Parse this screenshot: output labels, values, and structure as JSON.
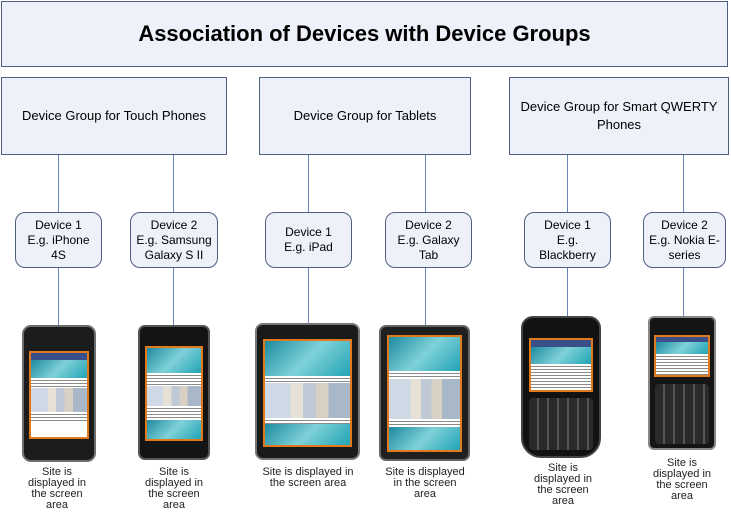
{
  "title": "Association of Devices with Device Groups",
  "groups": [
    {
      "label": "Device Group for Touch Phones",
      "devices": [
        {
          "label": "Device 1\nE.g. iPhone\n4S",
          "caption": "Site is\ndisplayed in\nthe screen\narea"
        },
        {
          "label": "Device 2\nE.g. Samsung\nGalaxy S II",
          "caption": "Site is\ndisplayed in\nthe screen\narea"
        }
      ]
    },
    {
      "label": "Device Group for Tablets",
      "devices": [
        {
          "label": "Device 1\nE.g. iPad",
          "caption": "Site is displayed in\nthe screen area"
        },
        {
          "label": "Device 2\nE.g. Galaxy\nTab",
          "caption": "Site is displayed\nin the screen\narea"
        }
      ]
    },
    {
      "label": "Device Group for Smart QWERTY\nPhones",
      "devices": [
        {
          "label": "Device 1\nE.g.\nBlackberry",
          "caption": "Site is\ndisplayed in\nthe screen\narea"
        },
        {
          "label": "Device 2\nE.g. Nokia E-\nseries",
          "caption": "Site is\ndisplayed in\nthe screen\narea"
        }
      ]
    }
  ],
  "colors": {
    "box_fill": "#eef0fa",
    "box_border": "#4f5f80",
    "connector": "#6a84b8",
    "screen_outline": "#e07a1c"
  }
}
